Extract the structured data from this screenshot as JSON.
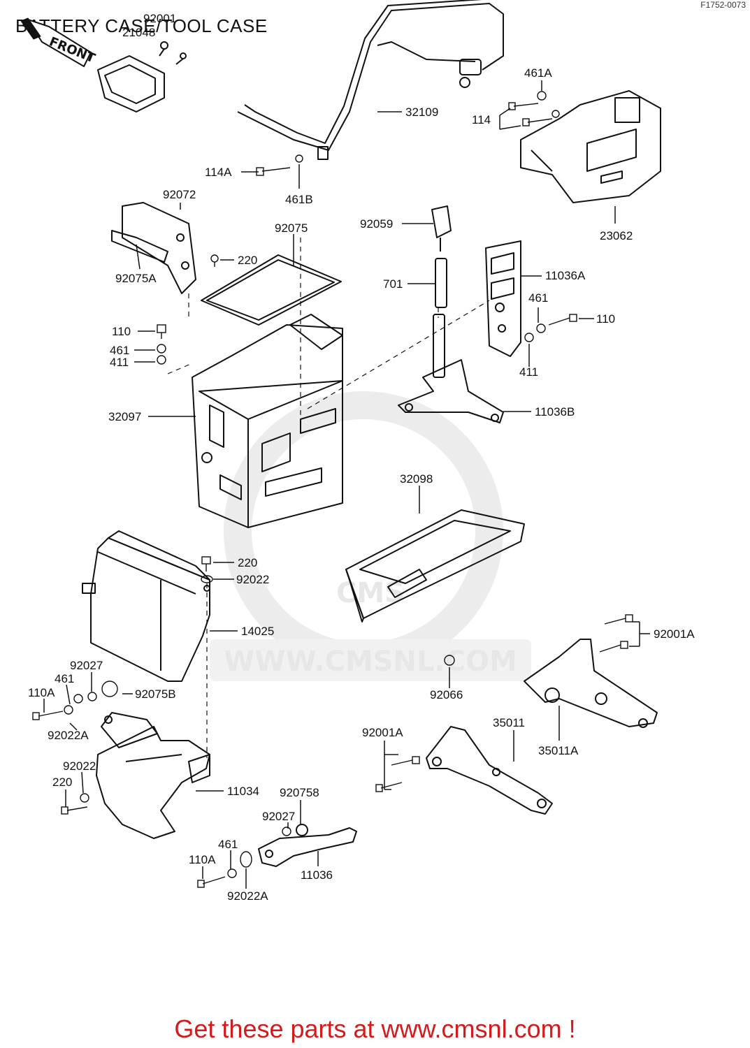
{
  "title": "BATTERY CASE/TOOL CASE",
  "diagram_ref": "F1752-0073",
  "watermark": {
    "brand": "CMS",
    "url": "WWW.CMSNL.COM"
  },
  "front_badge": "FRONT",
  "footer": {
    "text": "Get these parts at www.cmsnl.com !",
    "color": "#d41a1a"
  },
  "labels": {
    "p92001_top": "92001",
    "p21048": "21048",
    "p32109": "32109",
    "p461A": "461A",
    "p114": "114",
    "p114A": "114A",
    "p461B": "461B",
    "p23062": "23062",
    "p92072": "92072",
    "p92075": "92075",
    "p220_a": "220",
    "p92075A": "92075A",
    "p92059": "92059",
    "p701": "701",
    "p11036A": "11036A",
    "p461_r": "461",
    "p110_r": "110",
    "p411_r": "411",
    "p110_l": "110",
    "p461_l": "461",
    "p411_l": "411",
    "p32097": "32097",
    "p11036B": "11036B",
    "p32098": "32098",
    "p220_b": "220",
    "p92022_a": "92022",
    "p14025": "14025",
    "p92001A_r": "92001A",
    "p92027_a": "92027",
    "p461_m": "461",
    "p110A_a": "110A",
    "p92075B_a": "92075B",
    "p92022A_a": "92022A",
    "p92066": "92066",
    "p35011": "35011",
    "p35011A": "35011A",
    "p92001A_l": "92001A",
    "p92022_b": "92022",
    "p220_c": "220",
    "p11034": "11034",
    "p92075B_b": "920758",
    "p92027_b": "92027",
    "p461_b": "461",
    "p110A_b": "110A",
    "p92022A_b": "92022A",
    "p11036": "11036"
  }
}
